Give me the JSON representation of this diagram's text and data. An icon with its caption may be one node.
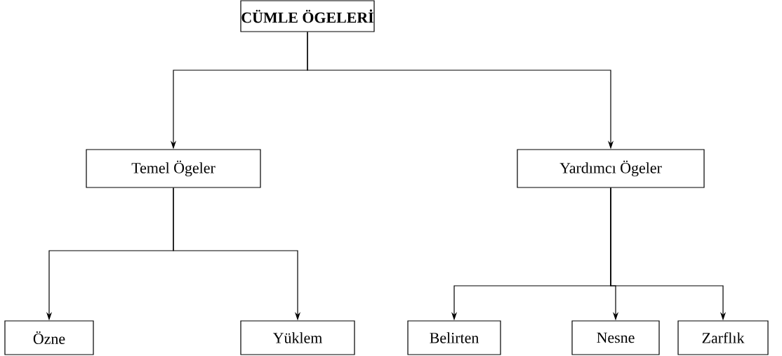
{
  "diagram": {
    "nodes": [
      {
        "text": [
          "**CÜMLE ÖGELERİ**"
        ]
      },
      {
        "text": [
          "Temel Ögeler"
        ]
      },
      {
        "text": [
          "Yardımcı Ögeler"
        ]
      },
      {
        "text": [
          "Özne"
        ]
      },
      {
        "text": [
          "Yüklem"
        ]
      },
      {
        "text": [
          "Belirten"
        ]
      },
      {
        "text": [
          "Nesne"
        ]
      },
      {
        "text": [
          "Zarflık"
        ]
      }
    ],
    "edges": [
      {
        "from": 0,
        "to": 1,
        "arrow": "to"
      },
      {
        "from": 0,
        "to": 2,
        "arrow": "to"
      },
      {
        "from": 1,
        "to": 3,
        "arrow": "to"
      },
      {
        "from": 1,
        "to": 4,
        "arrow": "to"
      },
      {
        "from": 2,
        "to": 5,
        "arrow": "to"
      },
      {
        "from": 2,
        "to": 6,
        "arrow": "to"
      },
      {
        "from": 2,
        "to": 7,
        "arrow": "to"
      }
    ]
  }
}
